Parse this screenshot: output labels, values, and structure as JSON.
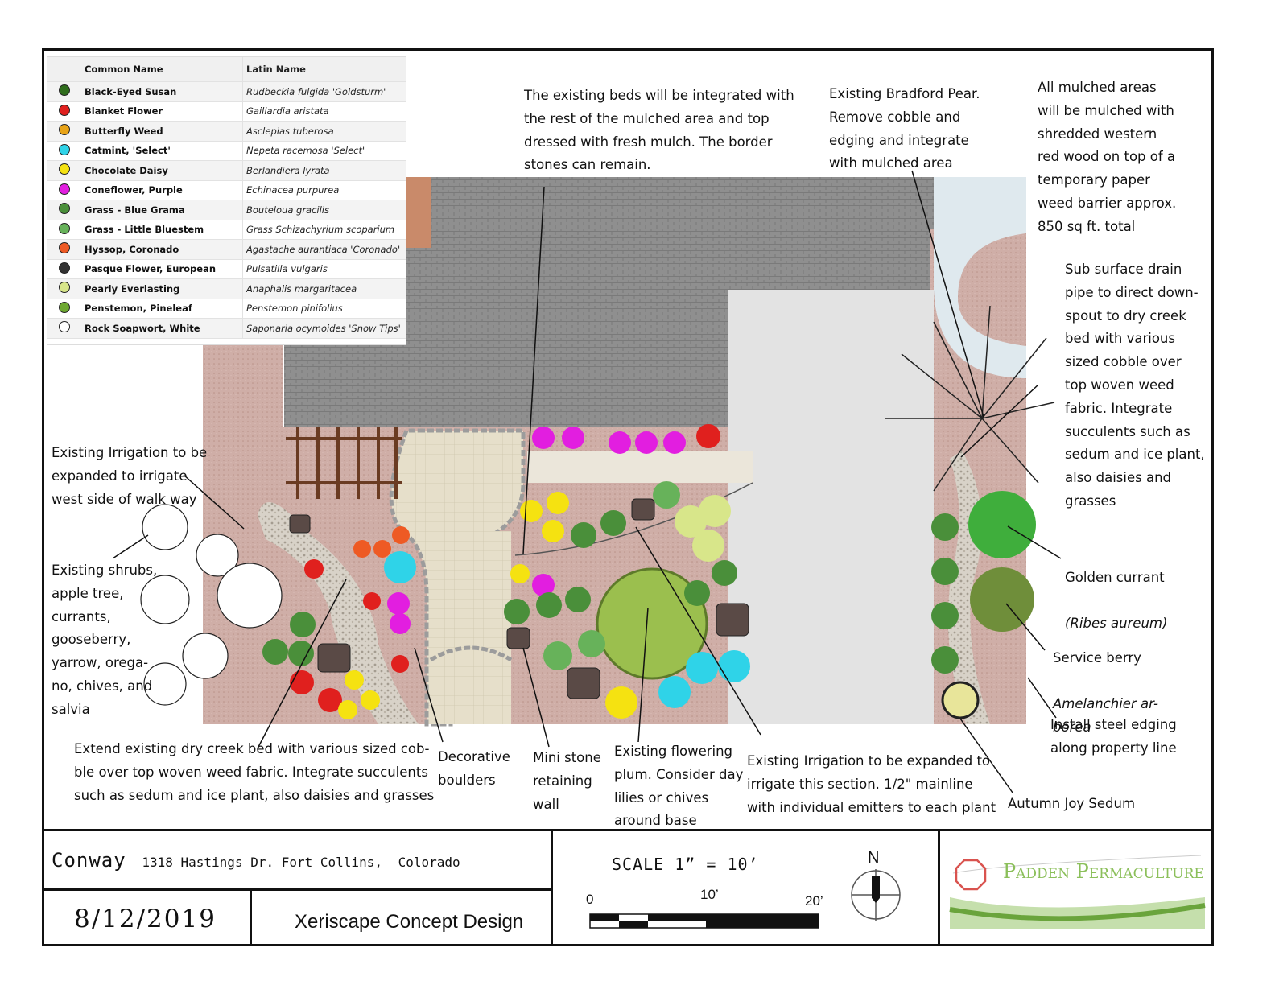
{
  "legend": {
    "headers": {
      "common": "Common Name",
      "latin": "Latin Name"
    },
    "plants": [
      {
        "common": "Black-Eyed Susan",
        "latin": "Rudbeckia fulgida 'Goldsturm'",
        "color": "#2f6d1c",
        "icon": "black-eyed-susan-icon"
      },
      {
        "common": "Blanket Flower",
        "latin": "Gaillardia aristata",
        "color": "#e0201e",
        "icon": "blanket-flower-icon"
      },
      {
        "common": "Butterfly Weed",
        "latin": "Asclepias tuberosa",
        "color": "#e8a317",
        "icon": "butterfly-weed-icon"
      },
      {
        "common": "Catmint, 'Select'",
        "latin": "Nepeta racemosa 'Select'",
        "color": "#2fd3e8",
        "icon": "catmint-icon"
      },
      {
        "common": "Chocolate Daisy",
        "latin": "Berlandiera lyrata",
        "color": "#f5e211",
        "icon": "chocolate-daisy-icon"
      },
      {
        "common": "Coneflower, Purple",
        "latin": "Echinacea purpurea",
        "color": "#e21ee0",
        "icon": "coneflower-icon"
      },
      {
        "common": "Grass - Blue Grama",
        "latin": "Bouteloua gracilis",
        "color": "#4a8f3a",
        "icon": "blue-grama-icon"
      },
      {
        "common": "Grass - Little Bluestem",
        "latin": "Grass Schizachyrium scoparium",
        "color": "#67b25a",
        "icon": "little-bluestem-icon"
      },
      {
        "common": "Hyssop, Coronado",
        "latin": "Agastache aurantiaca 'Coronado'",
        "color": "#ee5a24",
        "icon": "hyssop-icon"
      },
      {
        "common": "Pasque Flower, European",
        "latin": "Pulsatilla vulgaris",
        "color": "#333333",
        "icon": "pasque-flower-icon"
      },
      {
        "common": "Pearly Everlasting",
        "latin": "Anaphalis margaritacea",
        "color": "#d8e68a",
        "icon": "pearly-everlasting-icon"
      },
      {
        "common": "Penstemon, Pineleaf",
        "latin": "Penstemon pinifolius",
        "color": "#6ea832",
        "icon": "penstemon-icon"
      },
      {
        "common": "Rock Soapwort, White",
        "latin": "Saponaria ocymoides 'Snow Tips'",
        "color": "#ffffff",
        "icon": "rock-soapwort-icon"
      }
    ]
  },
  "notes": {
    "existing_beds": "The existing beds will be integrated with\nthe rest of the mulched area and top\ndressed with fresh mulch.  The border\nstones can remain.",
    "bradford_pear": "Existing Bradford Pear.\nRemove cobble and\nedging and integrate\nwith mulched area",
    "mulched_areas": "All mulched areas\nwill be mulched with\nshredded western\nred wood on top of a\ntemporary paper\nweed barrier approx.\n850 sq ft. total",
    "drain_pipe": "Sub surface drain\npipe to direct down-\nspout to dry creek\nbed with various\nsized cobble over\ntop woven weed\nfabric.  Integrate\nsucculents such as\nsedum and ice plant,\nalso daisies and\ngrasses",
    "irrigation_west": "Existing Irrigation to be\nexpanded to irrigate\nwest side of walk way",
    "existing_shrubs": "Existing shrubs,\napple tree,\ncurrants,\ngooseberry,\nyarrow, orega-\nno, chives, and\nsalvia",
    "golden_currant_line1": "Golden currant",
    "golden_currant_line2": "(Ribes aureum)",
    "service_berry_line1": "Service berry",
    "service_berry_line2": "Amelanchier ar-\nborea",
    "steel_edging": "Install steel edging\nalong property line",
    "dry_creek": "Extend existing dry creek bed with various sized cob-\nble over top woven weed fabric.  Integrate succulents\nsuch as sedum and ice plant, also daisies and grasses",
    "decorative_boulders": "Decorative\nboulders",
    "mini_stone_wall": "Mini stone\nretaining\nwall",
    "flowering_plum": "Existing flowering\nplum. Consider day\nlilies or chives\naround base",
    "irrigation_section": "Existing Irrigation to be expanded to\nirrigate this section.  1/2\" mainline\nwith individual emitters to each plant",
    "autumn_joy": "Autumn Joy Sedum"
  },
  "title_block": {
    "client_name": "Conway",
    "address": "1318 Hastings Dr. Fort Collins,",
    "state": "Colorado",
    "date": "8/12/2019",
    "project": "Xeriscape Concept Design",
    "scale_text": "SCALE 1” = 10’",
    "scale_ticks": [
      "0",
      "10’",
      "20’"
    ],
    "north": "N",
    "company_line1": "Padden",
    "company_line2": "Permaculture",
    "brand_color": "#8bbf5a",
    "logo_color": "#d9534f"
  },
  "colors": {
    "mulch": "#cfaea7",
    "roof": "#8e8e8e",
    "concrete": "#e3e3e3",
    "paver": "#e8e0cc"
  }
}
